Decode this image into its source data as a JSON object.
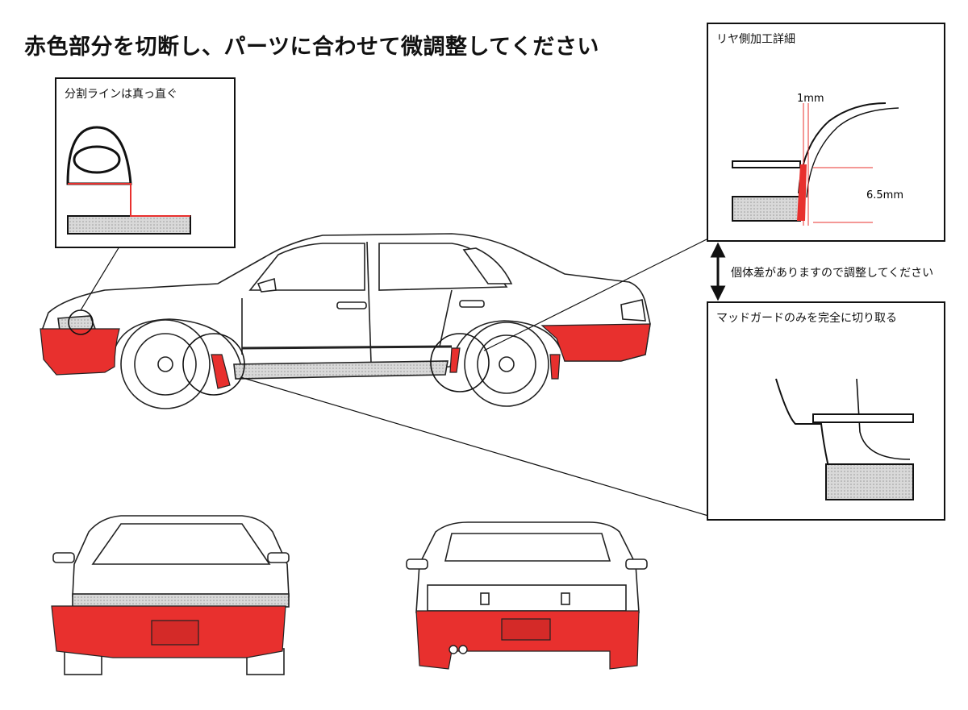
{
  "title": "赤色部分を切断し、パーツに合わせて微調整してください",
  "insets": {
    "split_line": {
      "label": "分割ラインは真っ直ぐ"
    },
    "rear_detail": {
      "label": "リヤ側加工詳細",
      "dim_top": "1mm",
      "dim_side": "6.5mm"
    },
    "mudguard": {
      "label": "マッドガードのみを完全に切り取る"
    }
  },
  "note": "個体差がありますので調整してください",
  "colors": {
    "cut_area": "#e8302e",
    "outline": "#111111",
    "sill": "#c8c8c8"
  }
}
